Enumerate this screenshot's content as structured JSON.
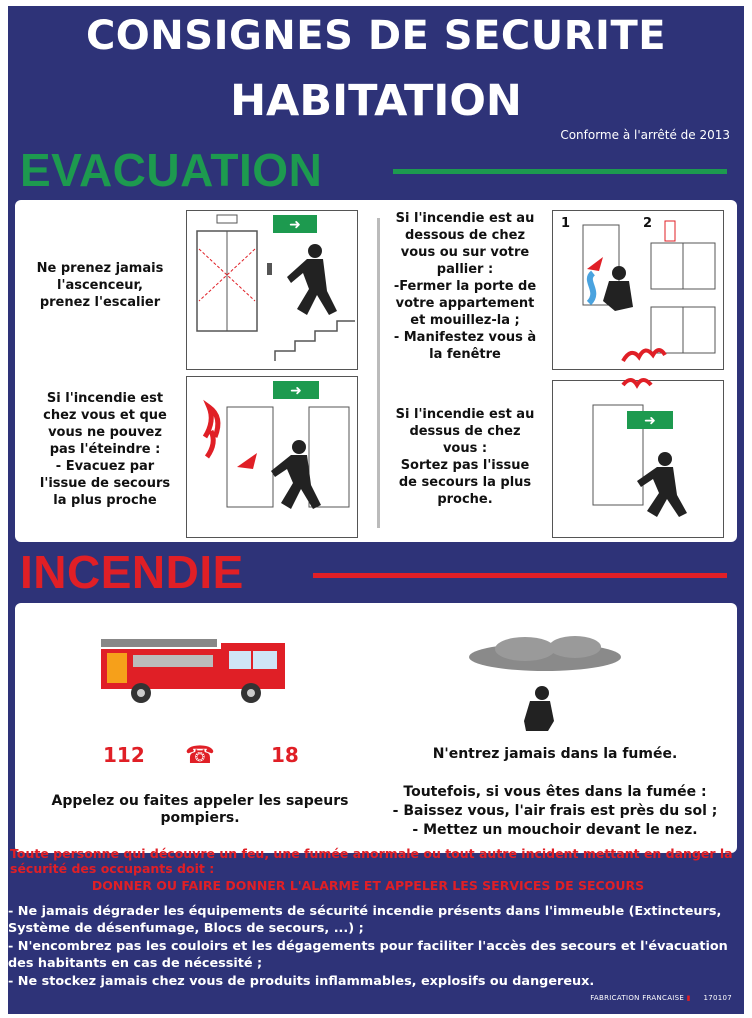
{
  "header": {
    "title_line1": "CONSIGNES DE SECURITE",
    "title_line2": "HABITATION",
    "conformity": "Conforme à l'arrêté de 2013"
  },
  "evacuation": {
    "title": "EVACUATION",
    "color": "#1d9a4f",
    "instructions": [
      {
        "text": "Ne prenez jamais\nl'ascenceur,\nprenez l'escalier"
      },
      {
        "text": "Si l'incendie est au\ndessous de chez\nvous ou sur votre\npallier :\n-Fermer la porte de\nvotre appartement\net mouillez-la ;\n- Manifestez vous à\nla fenêtre"
      },
      {
        "text": "Si l'incendie est\nchez vous  et que\nvous ne pouvez\npas l'éteindre :\n- Evacuez par\nl'issue de secours\nla plus proche"
      },
      {
        "text": "Si l'incendie est au\ndessus de chez\nvous :\nSortez pas l'issue\nde secours la plus\nproche."
      }
    ],
    "step_numbers": [
      "1",
      "2"
    ]
  },
  "incendie": {
    "title": "INCENDIE",
    "color": "#e01f26",
    "emergency_numbers": [
      "112",
      "18"
    ],
    "call_text": "Appelez ou faites appeler les sapeurs\npompiers.",
    "smoke_text": "N'entrez jamais dans la fumée.",
    "smoke_advice": "Toutefois, si vous êtes dans la fumée :\n- Baissez vous, l'air frais est près du sol ;\n- Mettez un mouchoir devant le nez."
  },
  "alert": {
    "text": "Toute personne qui découvre un feu, une fumée anormale ou tout autre incident mettant en danger la sécurité des occupants doit :",
    "action": "DONNER OU FAIRE DONNER L'ALARME ET APPELER LES SERVICES DE SECOURS"
  },
  "rules": [
    "- Ne jamais dégrader les équipements de sécurité incendie présents dans l'immeuble (Extincteurs, Système de désenfumage, Blocs de secours, ...) ;",
    "- N'encombrez pas les couloirs et les dégagements pour faciliter l'accès des secours et l'évacuation des habitants en cas de nécessité ;",
    "- Ne stockez jamais chez vous de produits inflammables, explosifs ou dangereux."
  ],
  "footer": {
    "fabrication": "FABRICATION FRANCAISE",
    "ref": "170107"
  },
  "colors": {
    "background": "#2e3378",
    "green": "#1d9a4f",
    "red": "#e01f26",
    "water": "#4aa3df"
  }
}
